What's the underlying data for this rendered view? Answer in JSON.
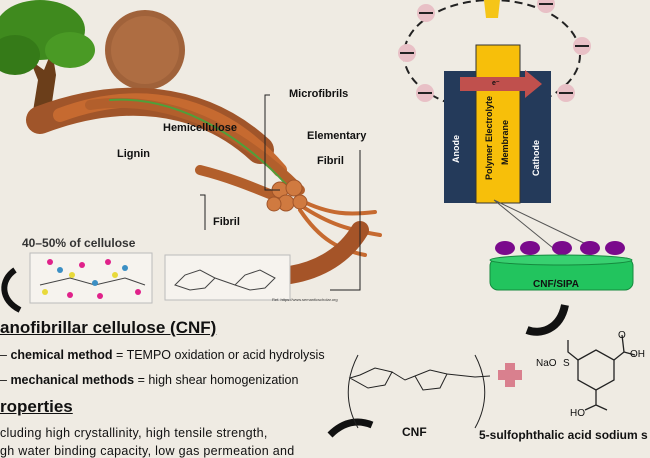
{
  "biomass": {
    "labels": {
      "hemicellulose": "Hemicellulose",
      "lignin": "Lignin",
      "microfibrils": "Microfibrils",
      "elementary": "Elementary",
      "fibril_word": "Fibril",
      "fibril": "Fibril"
    },
    "cellulose_share": "40–50% of cellulose",
    "reference": "Ref. https://www.semanticscholar.org"
  },
  "fuel_cell": {
    "anode": "Anode",
    "membrane_line1": "Polymer Electrolyte",
    "membrane_line2": "Membrane",
    "cathode": "Cathode",
    "electron": "e⁻",
    "substrate": "CNF/SIPA",
    "colors": {
      "electrode": "#243a5a",
      "membrane": "#f7bf0a",
      "arrow": "#c0504d",
      "substrate": "#22c45e",
      "particle": "#7a0a8c",
      "charge": "#e8c0c6"
    }
  },
  "cnf_section": {
    "title": "anofibrillar cellulose (CNF)",
    "methods": [
      {
        "name": "chemical method",
        "desc": " = TEMPO oxidation or acid hydrolysis"
      },
      {
        "name": "mechanical methods",
        "desc": " = high shear homogenization"
      }
    ]
  },
  "properties": {
    "title": "roperties",
    "lines": [
      "cluding   high   crystallinity,   high   tensile   strength,",
      "gh water binding capacity, low gas permeation and"
    ]
  },
  "chemistry": {
    "cnf_label": "CNF",
    "sipa_label": "5-sulfophthalic acid sodium s",
    "sipa_groups": {
      "na": "NaO",
      "s": "S",
      "oh": "OH",
      "ho": "HO",
      "o": "O"
    },
    "plus_color": "#d9808e"
  }
}
